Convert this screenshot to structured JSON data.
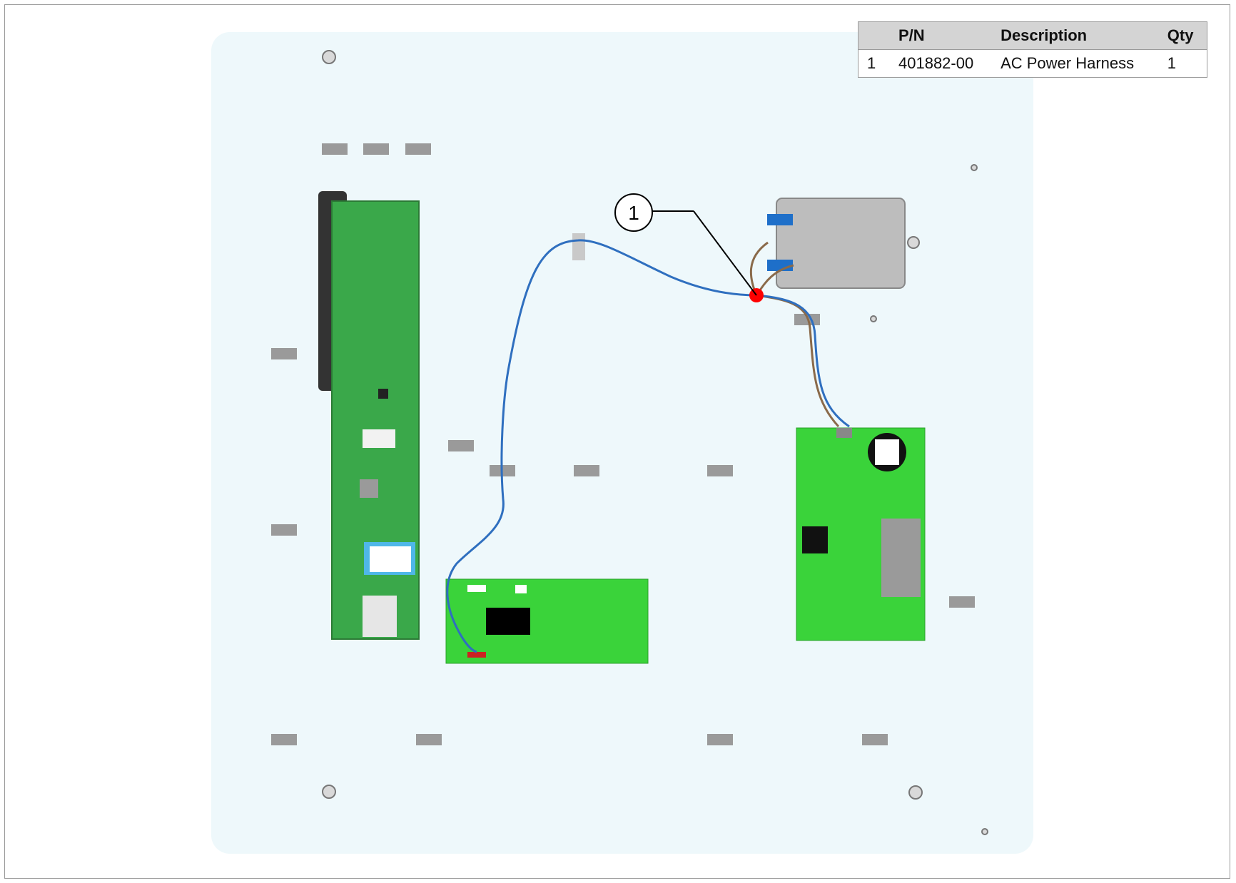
{
  "bom": {
    "headers": {
      "item": "",
      "pn": "P/N",
      "description": "Description",
      "qty": "Qty"
    },
    "rows": [
      {
        "item": "1",
        "pn": "401882-00",
        "description": "AC Power Harness",
        "qty": "1"
      }
    ]
  },
  "callouts": [
    {
      "label": "1"
    }
  ],
  "colors": {
    "plate": "#eef8fb",
    "pcb_green": "#3ad33a",
    "controller_pcb": "#3aa84a",
    "wire_blue": "#2f6fbf",
    "wire_brown": "#8a6a4a",
    "connection_dot": "#ff0000",
    "filter_body": "#bdbdbd",
    "filter_terminals": "#1e6fc9"
  }
}
